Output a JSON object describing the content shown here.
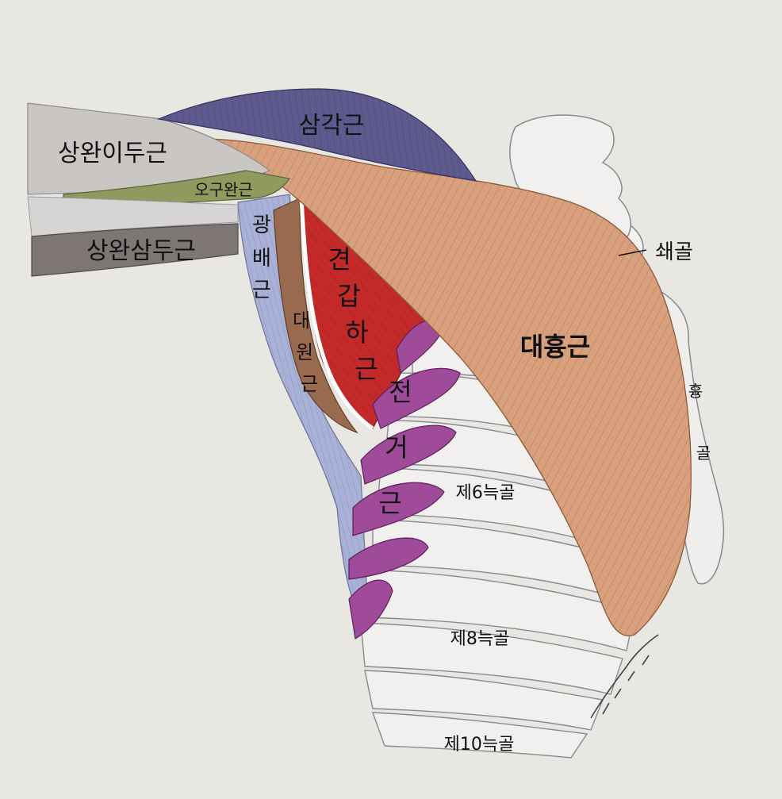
{
  "labels": {
    "biceps": "상완이두근",
    "deltoid": "삼각근",
    "coracobrachialis": "오구완근",
    "triceps": "상완삼두근",
    "latissimus": [
      "광",
      "배",
      "근"
    ],
    "teres_major": [
      "대",
      "원",
      "근"
    ],
    "subscapularis": [
      "견",
      "갑",
      "하",
      "근"
    ],
    "serratus": [
      "전",
      "거",
      "근"
    ],
    "pectoralis_major": "대흉근",
    "clavicle": "쇄골",
    "sternum": [
      "흉",
      "골"
    ],
    "rib6": "제6늑골",
    "rib8": "제8늑골",
    "rib10": "제10늑골"
  },
  "colors": {
    "background": "#e9e7e2",
    "biceps": "#c9c6c4",
    "deltoid": "#5e5a8e",
    "coracobrachialis": "#8e9a5e",
    "triceps": "#7e7674",
    "latissimus": "#a9b2d6",
    "teres_major": "#9a6a4e",
    "subscapularis": "#c42a2a",
    "serratus": "#a04a9a",
    "pectoralis_major": "#d8a07c",
    "bone": "#eeeeec"
  }
}
